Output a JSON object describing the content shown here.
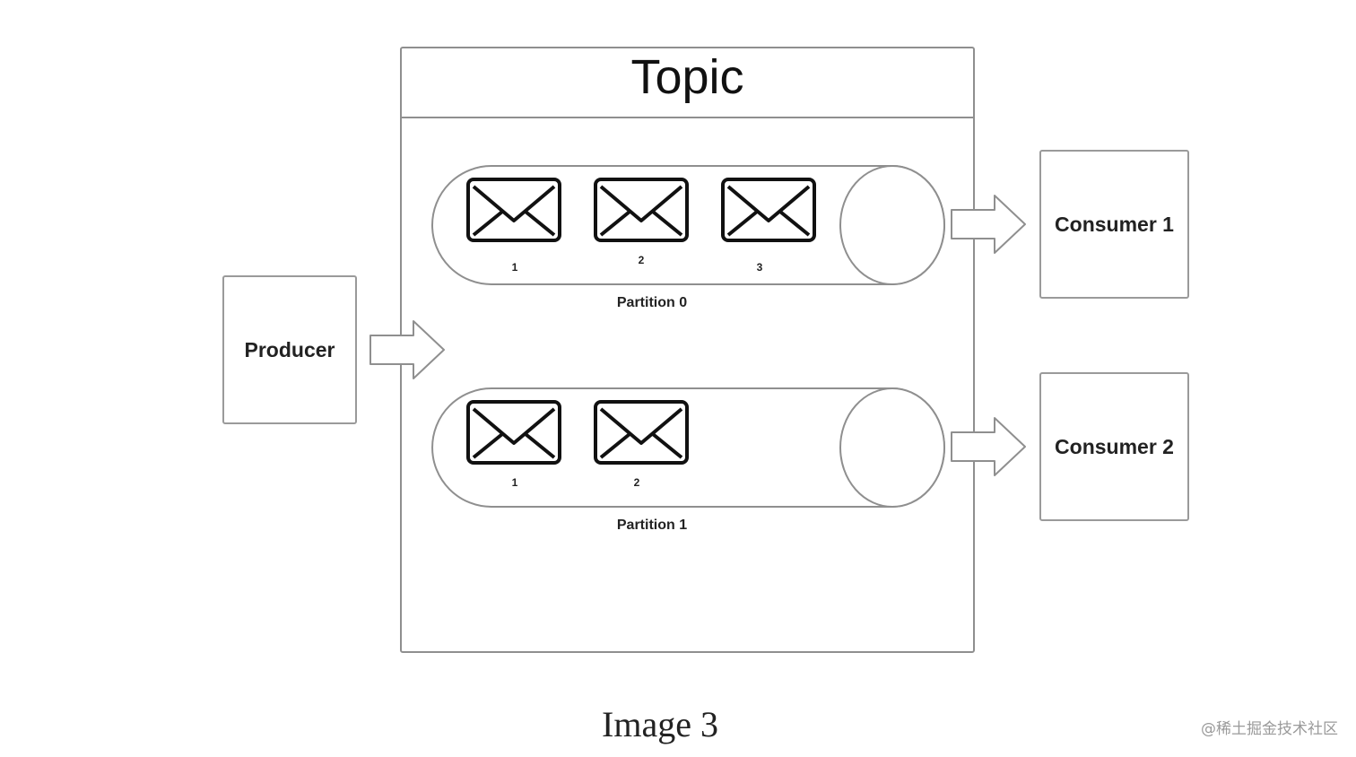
{
  "topic": {
    "title": "Topic"
  },
  "producer": {
    "label": "Producer"
  },
  "consumers": [
    {
      "label": "Consumer 1"
    },
    {
      "label": "Consumer 2"
    }
  ],
  "partitions": [
    {
      "label": "Partition 0",
      "messages": [
        "1",
        "2",
        "3"
      ]
    },
    {
      "label": "Partition 1",
      "messages": [
        "1",
        "2"
      ]
    }
  ],
  "caption": "Image 3",
  "watermark": "@稀土掘金技术社区"
}
